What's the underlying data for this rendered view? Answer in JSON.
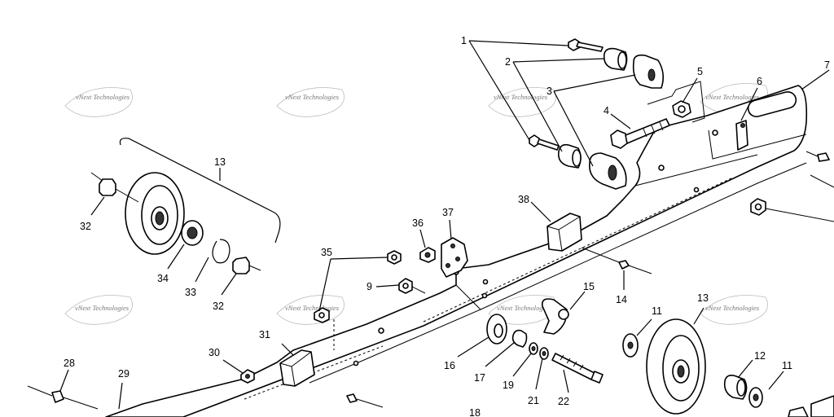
{
  "watermark": "vNext Technologies",
  "callouts": {
    "c1": "1",
    "c2": "2",
    "c3": "3",
    "c4": "4",
    "c5": "5",
    "c6": "6",
    "c7": "7",
    "c9": "9",
    "c11a": "11",
    "c11b": "11",
    "c12": "12",
    "c13a": "13",
    "c13b": "13",
    "c14": "14",
    "c15": "15",
    "c16": "16",
    "c17": "17",
    "c18": "18",
    "c19": "19",
    "c21": "21",
    "c22": "22",
    "c28": "28",
    "c29": "29",
    "c30": "30",
    "c31": "31",
    "c32a": "32",
    "c32b": "32",
    "c33": "33",
    "c34": "34",
    "c35": "35",
    "c36": "36",
    "c37": "37",
    "c38": "38"
  }
}
